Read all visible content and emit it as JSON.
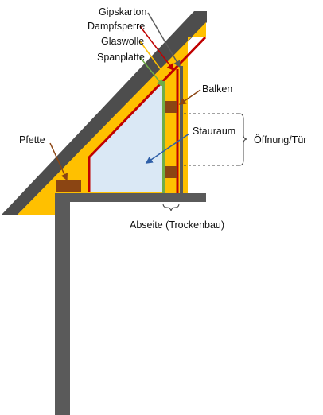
{
  "labels": {
    "gipskarton": "Gipskarton",
    "dampfsperre": "Dampfsperre",
    "glaswolle": "Glaswolle",
    "spanplatte": "Spanplatte",
    "balken": "Balken",
    "stauraum": "Stauraum",
    "oeffnung": "Öffnung/Tür",
    "pfette": "Pfette",
    "abseite": "Abseite (Trockenbau)"
  },
  "colors": {
    "roof": "#4d4d4d",
    "insulation": "#ffc000",
    "vapor_barrier": "#c00000",
    "chipboard": "#70ad47",
    "gypsum": "#5a5a5a",
    "wood": "#8b4513",
    "storage": "#dae8f5",
    "storage_pointer": "#2e5fa8",
    "wall": "#5a5a5a"
  }
}
